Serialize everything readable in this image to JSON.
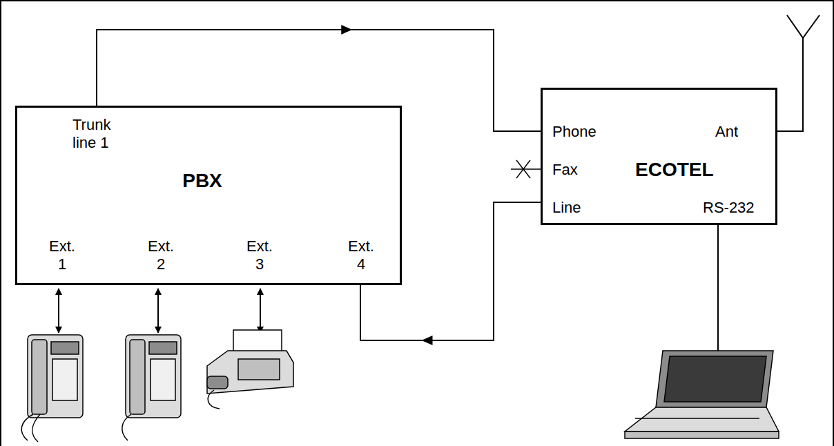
{
  "diagram": {
    "nodes": [
      {
        "text": [
          "Trunk line 1",
          "PBX",
          "Ext. 1",
          "Ext. 2",
          "Ext. 3",
          "Ext. 4"
        ]
      },
      {
        "text": [
          "Phone",
          "Ant",
          "Fax",
          "ECOTEL",
          "Line",
          "RS-232"
        ]
      }
    ],
    "edges": [
      {
        "from": 0,
        "to": 1,
        "arrow": "to"
      },
      {
        "from": 1,
        "to": 0,
        "arrow": "to"
      }
    ]
  }
}
